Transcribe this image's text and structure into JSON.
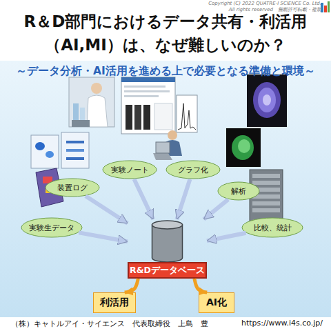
{
  "diagram": {
    "title": "R＆D部門におけるデータ共有・利活用 （AI,MI）は、なぜ難しいのか？",
    "nodes": [
      {
        "text": [
          "実験生データ"
        ]
      },
      {
        "text": [
          "装置ログ"
        ]
      },
      {
        "text": [
          "実験ノート"
        ]
      },
      {
        "text": [
          "グラフ化"
        ]
      },
      {
        "text": [
          "解析"
        ]
      },
      {
        "text": [
          "比較、統計"
        ]
      },
      {
        "text": [
          "R&Dデータベース"
        ]
      },
      {
        "text": [
          "利活用"
        ]
      },
      {
        "text": [
          "AI化"
        ]
      }
    ],
    "edges": [
      {
        "from": 0,
        "to": 6,
        "arrow": "to"
      },
      {
        "from": 1,
        "to": 6,
        "arrow": "to"
      },
      {
        "from": 2,
        "to": 6,
        "arrow": "to"
      },
      {
        "from": 3,
        "to": 6,
        "arrow": "to"
      },
      {
        "from": 4,
        "to": 6,
        "arrow": "to"
      },
      {
        "from": 5,
        "to": 6,
        "arrow": "to"
      },
      {
        "from": 6,
        "to": 7,
        "arrow": "to"
      },
      {
        "from": 6,
        "to": 8,
        "arrow": "to"
      }
    ],
    "labels": [
      "Copyright (C) 2022 QUATRE-I SCIENCE Co. Ltd.",
      "All rights reserved　無断許可転載・複製",
      "～データ分析・AI活用を進める上で必要となる準備と環境～",
      "（株）キャトルアイ・サイエンス　代表取締役　上島　豊",
      "https://www.i4s.co.jp/"
    ]
  }
}
